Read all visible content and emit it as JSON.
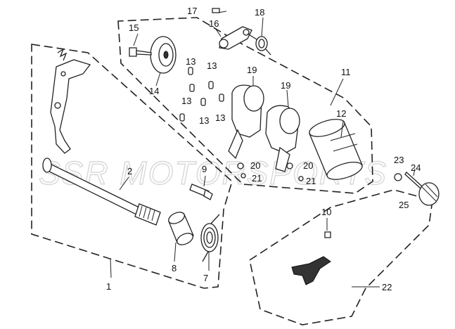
{
  "watermark": "SSR MOTORSPORTS",
  "callouts": {
    "c1": "1",
    "c2": "2",
    "c7": "7",
    "c8": "8",
    "c9": "9",
    "c10": "10",
    "c11": "11",
    "c12": "12",
    "c13a": "13",
    "c13b": "13",
    "c13c": "13",
    "c13d": "13",
    "c13e": "13",
    "c14": "14",
    "c15": "15",
    "c16": "16",
    "c17": "17",
    "c18": "18",
    "c19a": "19",
    "c19b": "19",
    "c20a": "20",
    "c20b": "20",
    "c21a": "21",
    "c21b": "21",
    "c22": "22",
    "c23": "23",
    "c24": "24",
    "c25": "25"
  }
}
